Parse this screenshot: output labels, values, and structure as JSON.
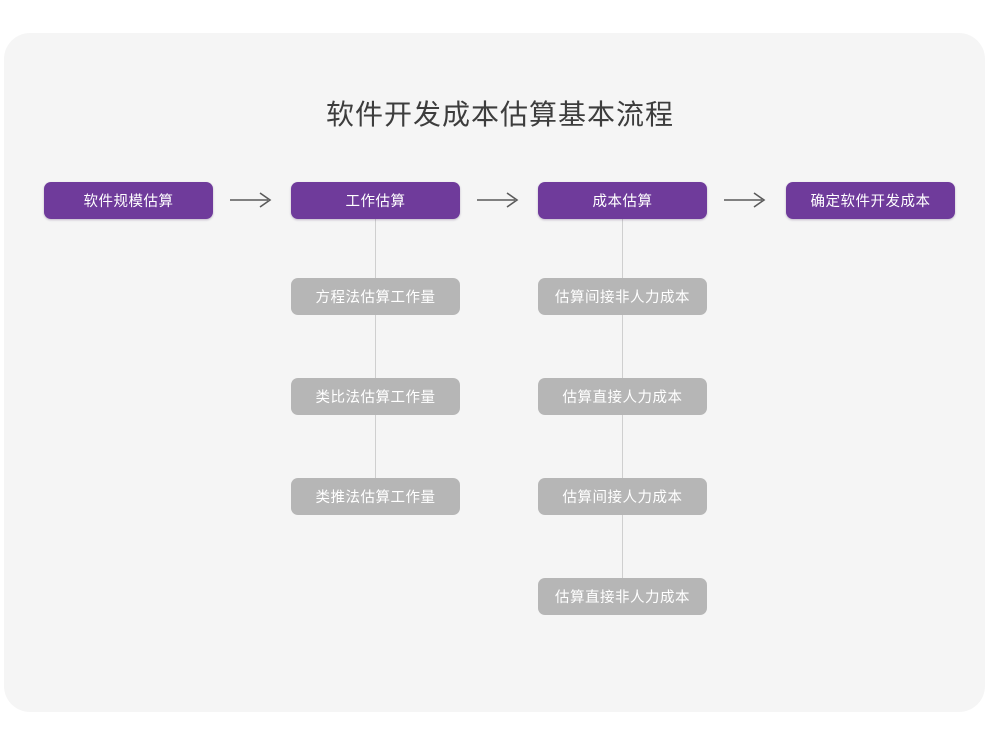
{
  "page": {
    "title": "软件开发成本估算基本流程",
    "background": "#ffffff",
    "card_background": "#f5f5f5",
    "primary_color": "#6f3b9b",
    "secondary_color": "#b6b6b6",
    "connector_color": "#cfcfcf",
    "title_color": "#3d3d3d"
  },
  "chart_data": {
    "type": "diagram",
    "title": "软件开发成本估算基本流程",
    "stages": [
      {
        "label": "软件规模估算",
        "sub_steps": []
      },
      {
        "label": "工作估算",
        "sub_steps": [
          "方程法估算工作量",
          "类比法估算工作量",
          "类推法估算工作量"
        ]
      },
      {
        "label": "成本估算",
        "sub_steps": [
          "估算间接非人力成本",
          "估算直接人力成本",
          "估算间接人力成本",
          "估算直接非人力成本"
        ]
      },
      {
        "label": "确定软件开发成本",
        "sub_steps": []
      }
    ],
    "connectors": [
      {
        "from": "软件规模估算",
        "to": "工作估算",
        "type": "arrow"
      },
      {
        "from": "工作估算",
        "to": "成本估算",
        "type": "arrow"
      },
      {
        "from": "成本估算",
        "to": "确定软件开发成本",
        "type": "arrow"
      }
    ]
  },
  "stage1": {
    "label": "软件规模估算"
  },
  "stage2": {
    "label": "工作估算",
    "steps": [
      {
        "label": "方程法估算工作量"
      },
      {
        "label": "类比法估算工作量"
      },
      {
        "label": "类推法估算工作量"
      }
    ]
  },
  "stage3": {
    "label": "成本估算",
    "steps": [
      {
        "label": "估算间接非人力成本"
      },
      {
        "label": "估算直接人力成本"
      },
      {
        "label": "估算间接人力成本"
      },
      {
        "label": "估算直接非人力成本"
      }
    ]
  },
  "stage4": {
    "label": "确定软件开发成本"
  }
}
